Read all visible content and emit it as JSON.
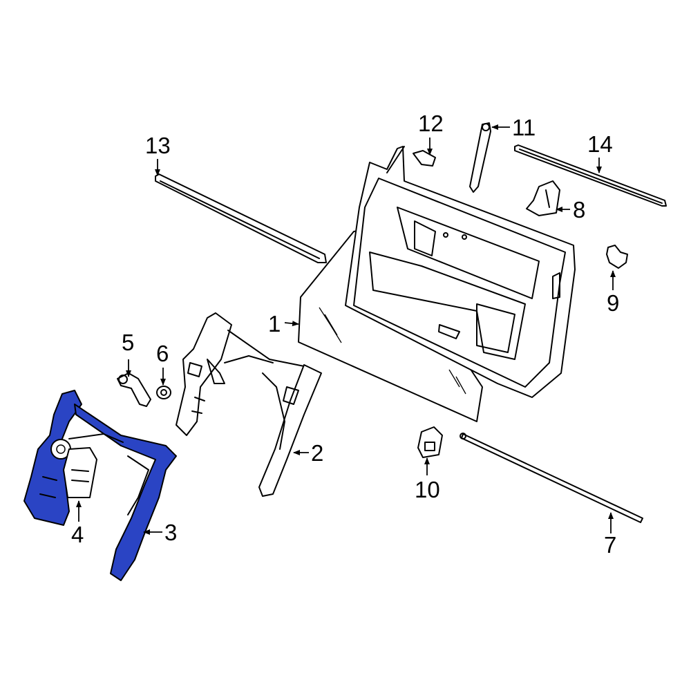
{
  "diagram": {
    "highlight_color": "#2a44c4",
    "callouts": [
      {
        "id": "1",
        "text": "1"
      },
      {
        "id": "2",
        "text": "2"
      },
      {
        "id": "3",
        "text": "3"
      },
      {
        "id": "4",
        "text": "4"
      },
      {
        "id": "5",
        "text": "5"
      },
      {
        "id": "6",
        "text": "6"
      },
      {
        "id": "7",
        "text": "7"
      },
      {
        "id": "8",
        "text": "8"
      },
      {
        "id": "9",
        "text": "9"
      },
      {
        "id": "10",
        "text": "10"
      },
      {
        "id": "11",
        "text": "11"
      },
      {
        "id": "12",
        "text": "12"
      },
      {
        "id": "13",
        "text": "13"
      },
      {
        "id": "14",
        "text": "14"
      }
    ]
  }
}
